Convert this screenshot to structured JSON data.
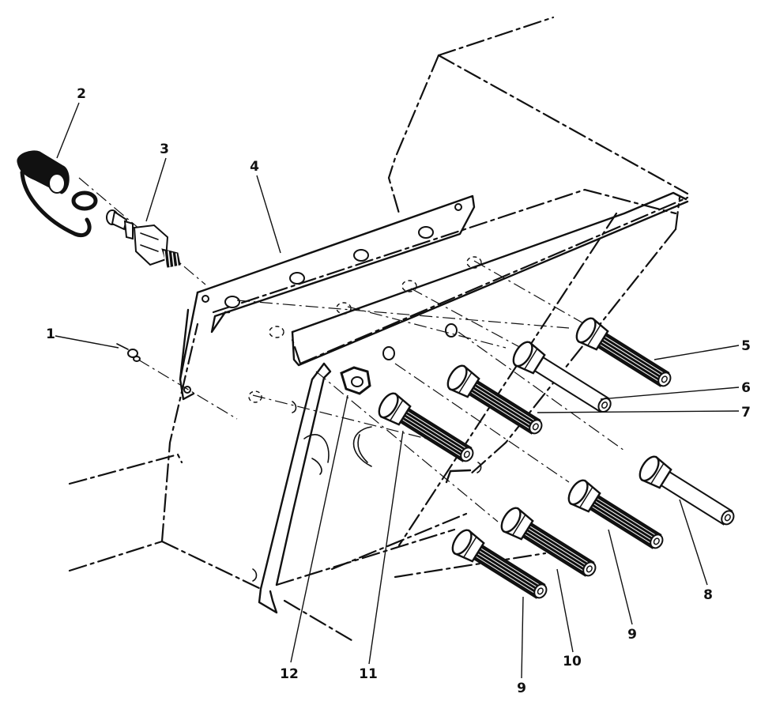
{
  "figure": {
    "callouts": [
      {
        "id": "c1",
        "label": "1"
      },
      {
        "id": "c2",
        "label": "2"
      },
      {
        "id": "c3",
        "label": "3"
      },
      {
        "id": "c4",
        "label": "4"
      },
      {
        "id": "c5",
        "label": "5"
      },
      {
        "id": "c6",
        "label": "6"
      },
      {
        "id": "c7",
        "label": "7"
      },
      {
        "id": "c8",
        "label": "8"
      },
      {
        "id": "c9a",
        "label": "9"
      },
      {
        "id": "c10",
        "label": "10"
      },
      {
        "id": "c9b",
        "label": "9"
      },
      {
        "id": "c11",
        "label": "11"
      },
      {
        "id": "c12",
        "label": "12"
      }
    ]
  }
}
